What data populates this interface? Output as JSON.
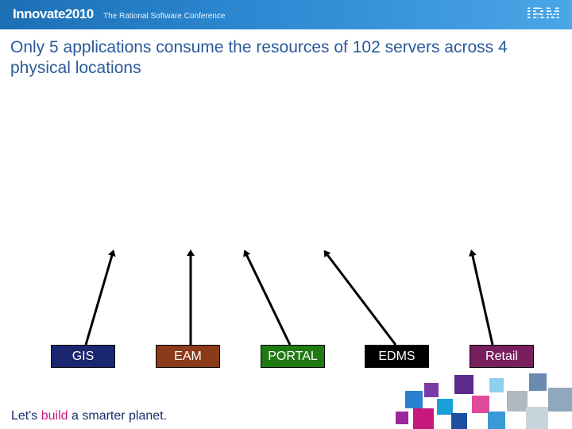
{
  "header": {
    "brand_name": "Innovate",
    "brand_year": "2010",
    "tagline": "The Rational Software Conference",
    "logo": "IBM"
  },
  "slide": {
    "title": "Only 5 applications consume the resources of 102 servers across 4 physical locations"
  },
  "apps": [
    {
      "label": "GIS",
      "color": "#1a2670"
    },
    {
      "label": "EAM",
      "color": "#8b3a1a"
    },
    {
      "label": "PORTAL",
      "color": "#1f7a12"
    },
    {
      "label": "EDMS",
      "color": "#000000"
    },
    {
      "label": "Retail",
      "color": "#7a1f5e"
    }
  ],
  "footer": {
    "slogan_before": "Let's",
    "slogan_build": "build",
    "slogan_after": "a smarter planet."
  }
}
